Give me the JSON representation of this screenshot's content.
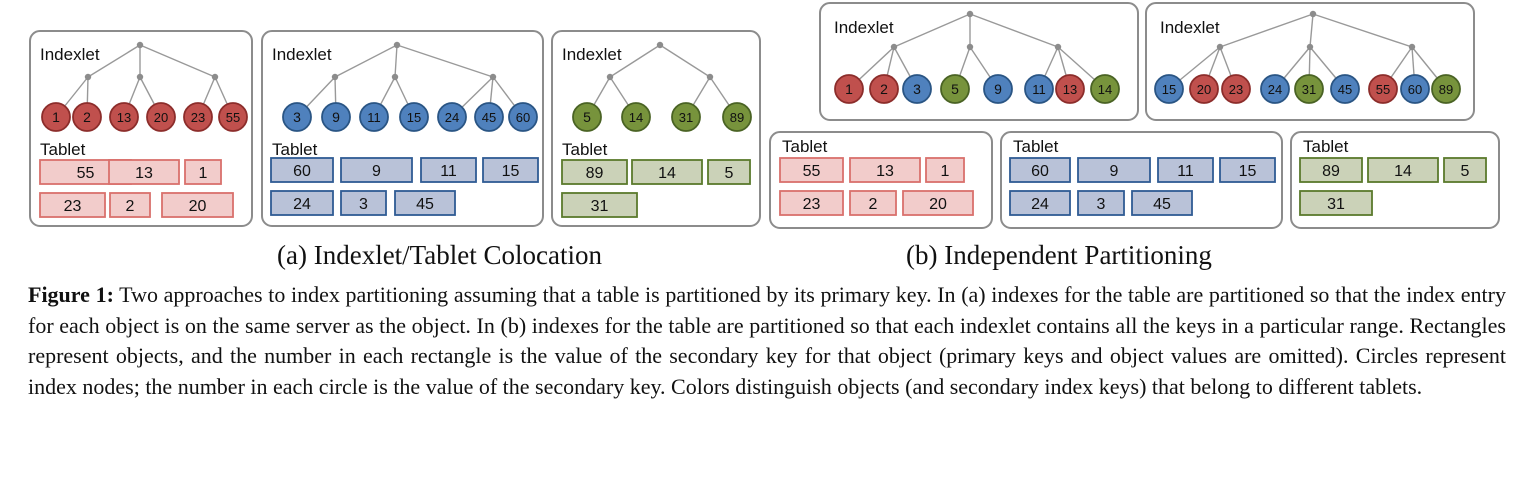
{
  "colors": {
    "red": {
      "fill": "#c0504d",
      "stroke": "#8c2d2b",
      "rect_fill": "#f2cccb",
      "rect_stroke": "#d9706c"
    },
    "blue": {
      "fill": "#4f81bd",
      "stroke": "#2a5584",
      "rect_fill": "#b9c2d8",
      "rect_stroke": "#2f5b93"
    },
    "green": {
      "fill": "#77933c",
      "stroke": "#4a6324",
      "rect_fill": "#cbd2b8",
      "rect_stroke": "#5a7a2c"
    },
    "frame": "#8c8c8c",
    "tree_line": "#999999"
  },
  "labels": {
    "indexlet": "Indexlet",
    "tablet": "Tablet"
  },
  "panel_a": {
    "caption": "(a) Indexlet/Tablet Colocation",
    "servers": [
      {
        "color": "red",
        "index_keys": [
          "1",
          "2",
          "13",
          "20",
          "23",
          "55"
        ],
        "tablet_rows": [
          [
            "55",
            "13",
            "1"
          ],
          [
            "23",
            "2",
            "20"
          ]
        ]
      },
      {
        "color": "blue",
        "index_keys": [
          "3",
          "9",
          "11",
          "15",
          "24",
          "45",
          "60"
        ],
        "tablet_rows": [
          [
            "60",
            "9",
            "11",
            "15"
          ],
          [
            "24",
            "3",
            "45"
          ]
        ]
      },
      {
        "color": "green",
        "index_keys": [
          "5",
          "14",
          "31",
          "89"
        ],
        "tablet_rows": [
          [
            "89",
            "14",
            "5"
          ],
          [
            "31"
          ]
        ]
      }
    ]
  },
  "panel_b": {
    "caption": "(b) Independent Partitioning",
    "indexlets": [
      {
        "keys": [
          {
            "v": "1",
            "c": "red"
          },
          {
            "v": "2",
            "c": "red"
          },
          {
            "v": "3",
            "c": "blue"
          },
          {
            "v": "5",
            "c": "green"
          },
          {
            "v": "9",
            "c": "blue"
          },
          {
            "v": "11",
            "c": "blue"
          },
          {
            "v": "13",
            "c": "red"
          },
          {
            "v": "14",
            "c": "green"
          }
        ]
      },
      {
        "keys": [
          {
            "v": "15",
            "c": "blue"
          },
          {
            "v": "20",
            "c": "red"
          },
          {
            "v": "23",
            "c": "red"
          },
          {
            "v": "24",
            "c": "blue"
          },
          {
            "v": "31",
            "c": "green"
          },
          {
            "v": "45",
            "c": "blue"
          },
          {
            "v": "55",
            "c": "red"
          },
          {
            "v": "60",
            "c": "blue"
          },
          {
            "v": "89",
            "c": "green"
          }
        ]
      }
    ],
    "tablets": [
      {
        "color": "red",
        "rows": [
          [
            "55",
            "13",
            "1"
          ],
          [
            "23",
            "2",
            "20"
          ]
        ]
      },
      {
        "color": "blue",
        "rows": [
          [
            "60",
            "9",
            "11",
            "15"
          ],
          [
            "24",
            "3",
            "45"
          ]
        ]
      },
      {
        "color": "green",
        "rows": [
          [
            "89",
            "14",
            "5"
          ],
          [
            "31"
          ]
        ]
      }
    ]
  },
  "caption": {
    "label": "Figure 1:",
    "text": " Two approaches to index partitioning assuming that a table is partitioned by its primary key. In (a) indexes for the table are partitioned so that the index entry for each object is on the same server as the object. In (b) indexes for the table are partitioned so that each indexlet contains all the keys in a particular range. Rectangles represent objects, and the number in each rectangle is the value of the secondary key for that object (primary keys and object values are omitted). Circles represent index nodes; the number in each circle is the value of the secondary key. Colors distinguish objects (and secondary index keys) that belong to different tablets."
  }
}
